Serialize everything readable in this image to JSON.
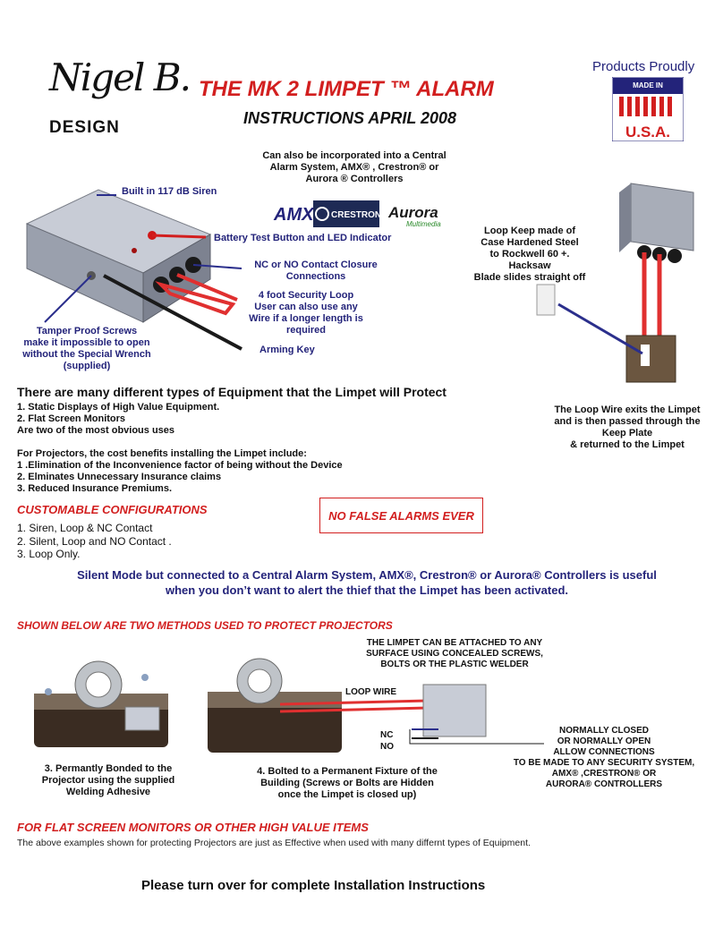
{
  "header": {
    "logo_signature": "Nigel B.",
    "logo_design": "DESIGN",
    "title": "THE MK 2 LIMPET ™ ALARM",
    "subtitle": "INSTRUCTIONS APRIL 2008",
    "products_proudly": "Products Proudly",
    "made_in": "MADE IN",
    "usa": "U.S.A."
  },
  "integration": {
    "line1": "Can also be incorporated into a Central",
    "line2": "Alarm System, AMX® , Crestron® or",
    "line3": "Aurora ® Controllers",
    "brands": [
      "AMX",
      "CRESTRON",
      "Aurora"
    ],
    "aurora_sub": "Multimedia"
  },
  "callouts": {
    "siren": "Built in 117 dB Siren",
    "battery": "Battery Test Button and LED Indicator",
    "nc_no_1": "NC or NO  Contact Closure",
    "nc_no_2": "Connections",
    "loop_1": "4 foot Security Loop",
    "loop_2": "User can also use any",
    "loop_3": "Wire if a longer length is",
    "loop_4": "required",
    "arming": "Arming Key",
    "tamper_1": "Tamper Proof Screws",
    "tamper_2": "make it impossible to open",
    "tamper_3": "without the Special Wrench",
    "tamper_4": "(supplied)",
    "keep_1": "Loop Keep made of",
    "keep_2": "Case Hardened Steel",
    "keep_3": "to Rockwell 60 +. Hacksaw",
    "keep_4": "Blade slides straight off",
    "exit_1": "The Loop Wire exits the Limpet",
    "exit_2": "and is then passed through the",
    "exit_3": "Keep Plate",
    "exit_4": "& returned to the Limpet"
  },
  "equipment": {
    "heading": "There are many different types of Equipment that the Limpet will Protect",
    "items": [
      "1. Static Displays of High Value Equipment.",
      "2. Flat Screen Monitors",
      "Are two of the most obvious uses"
    ],
    "projector_intro": "For Projectors, the cost benefits installing the Limpet include:",
    "benefits": [
      "1 .Elimination of the Inconvenience factor of being without the Device",
      "2. Elminates Unnecessary Insurance claims",
      "3. Reduced Insurance Premiums."
    ]
  },
  "configs": {
    "heading": "CUSTOMABLE CONFIGURATIONS",
    "items": [
      "1. Siren, Loop & NC Contact",
      "2. Silent, Loop and NO Contact .",
      "3. Loop Only."
    ],
    "no_false": "NO FALSE ALARMS EVER"
  },
  "silent": {
    "line1": "Silent Mode but connected to a Central Alarm System, AMX®, Crestron® or Aurora® Controllers is useful",
    "line2": "when you don’t want to alert the thief that the Limpet has been activated."
  },
  "methods": {
    "heading": "SHOWN BELOW ARE TWO METHODS USED TO PROTECT PROJECTORS",
    "attach_1": "THE LIMPET CAN BE ATTACHED TO ANY",
    "attach_2": "SURFACE USING CONCEALED SCREWS,",
    "attach_3": "BOLTS OR THE PLASTIC WELDER",
    "loop_wire": "LOOP WIRE",
    "nc": "NC",
    "no": "NO",
    "m3_1": "3. Permantly Bonded to the",
    "m3_2": "Projector using the supplied",
    "m3_3": "Welding Adhesive",
    "m4_1": "4. Bolted to a Permanent Fixture of the",
    "m4_2": "Building (Screws or Bolts are Hidden",
    "m4_3": "once the Limpet is closed up)",
    "nc_1": "NORMALLY CLOSED",
    "nc_2": "OR NORMALLY OPEN",
    "nc_3": "ALLOW CONNECTIONS",
    "nc_4": "TO BE MADE TO ANY SECURITY SYSTEM,",
    "nc_5": "AMX® ,CRESTRON® OR",
    "nc_6": "AURORA® CONTROLLERS"
  },
  "flat": {
    "heading": "FOR FLAT SCREEN MONITORS OR OTHER HIGH VALUE ITEMS",
    "note": "The above examples shown for protecting Projectors are just as Effective when used with many differnt types of Equipment."
  },
  "footer": {
    "turn_over": "Please turn over for complete Installation Instructions"
  },
  "colors": {
    "accent_red": "#d21f1f",
    "navy": "#23237a",
    "wire_red": "#e03030",
    "wire_blue": "#2b2f8c"
  }
}
